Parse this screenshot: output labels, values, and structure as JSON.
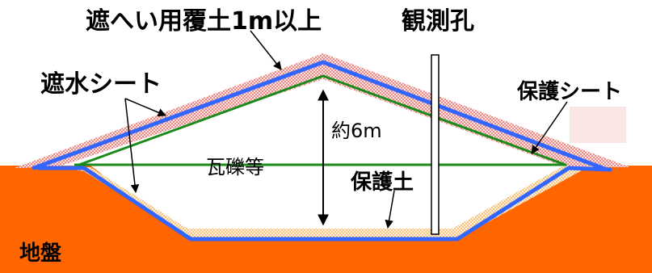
{
  "labels": {
    "cover_soil": "遮へい用覆土1m以上",
    "observation_hole": "観測孔",
    "waterproof_sheet": "遮水シート",
    "protective_sheet": "保護シート",
    "height": "約6m",
    "rubble": "瓦礫等",
    "protective_soil": "保護土",
    "ground": "地盤"
  },
  "colors": {
    "ground": "#ff6600",
    "cover_soil_fill": "#f8e4e0",
    "cover_soil_dots": "#e04040",
    "protective_soil_fill": "#fdf2dc",
    "protective_soil_dots": "#f0a040",
    "waterproof_sheet": "#3366ff",
    "protective_sheet": "#1a8a1a",
    "pink_patch": "#fbe6e6"
  }
}
